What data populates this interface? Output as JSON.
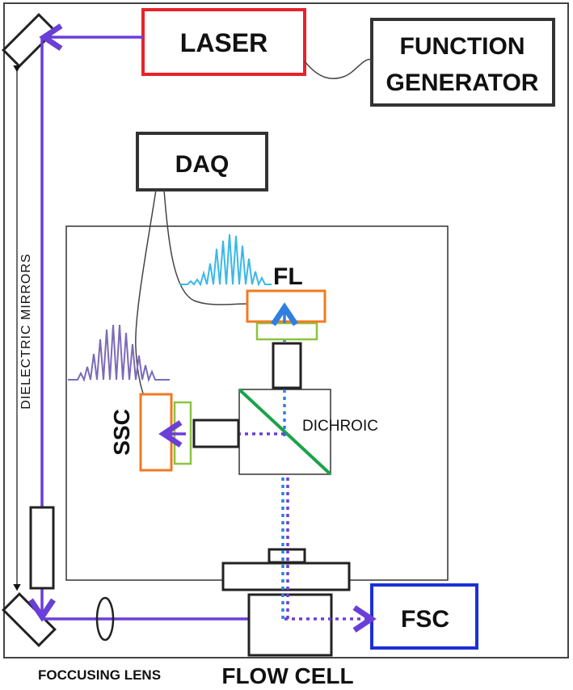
{
  "labels": {
    "laser": "LASER",
    "function_generator_line1": "FUNCTION",
    "function_generator_line2": "GENERATOR",
    "daq": "DAQ",
    "fl": "FL",
    "ssc": "SSC",
    "dichroic": "DICHROIC",
    "fsc": "FSC",
    "dielectric_mirrors": "DIELECTRIC MIRRORS",
    "focusing_lens": "FOCCUSING LENS",
    "flow_cell": "FLOW CELL"
  },
  "colors": {
    "laser_box": "#e8232a",
    "fsc_box": "#1c2fd6",
    "beam": "#6a3fd8",
    "fl_beam": "#2f7fe0",
    "fl_signal": "#3ab8e8",
    "ssc_signal": "#7b6bb8",
    "detector": "#f07a23",
    "filter": "#8ac53f",
    "dichroic_mirror": "#1aa34a"
  }
}
